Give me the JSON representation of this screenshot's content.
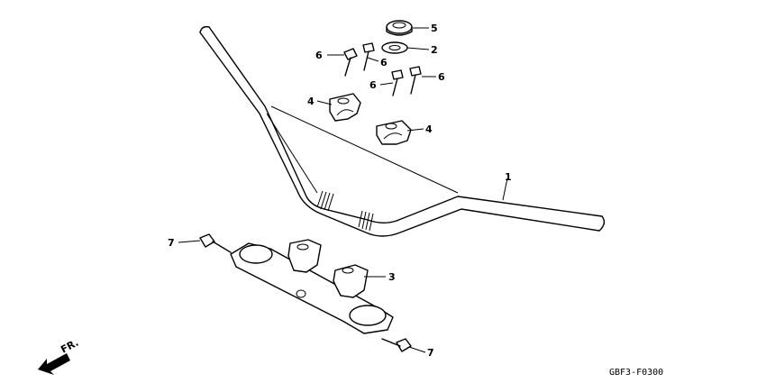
{
  "callouts": {
    "handlebar": "1",
    "washer": "2",
    "lower_holder": "3",
    "upper_holder_left": "4",
    "upper_holder_right": "4",
    "nut": "5",
    "bolt_a": "6",
    "bolt_b": "6",
    "bolt_c": "6",
    "bolt_d": "6",
    "bolt_left": "7",
    "bolt_bottom": "7"
  },
  "direction_label": "FR.",
  "figure_code": "GBF3-F0300"
}
